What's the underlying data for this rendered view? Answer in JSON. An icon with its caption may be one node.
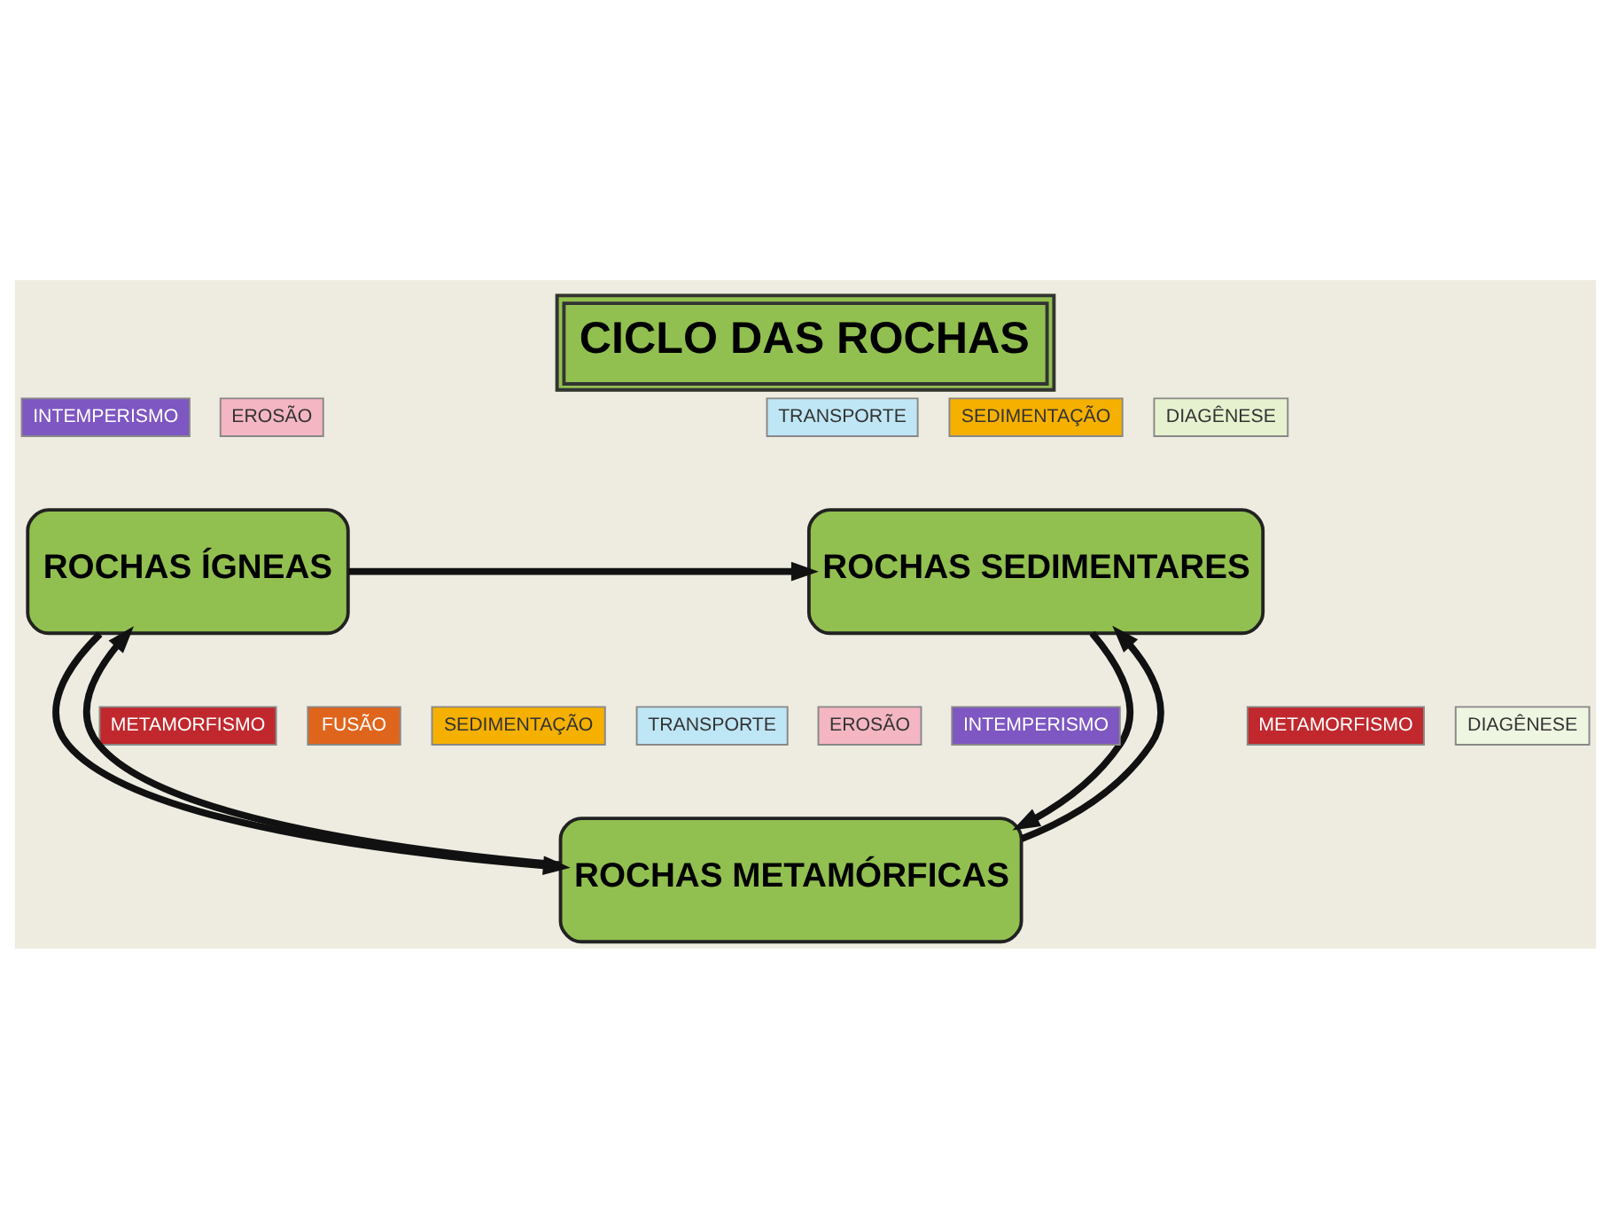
{
  "diagram": {
    "title": "CICLO DAS ROCHAS",
    "nodes": [
      {
        "text": [
          "ROCHAS ÍGNEAS"
        ]
      },
      {
        "text": [
          "ROCHAS SEDIMENTARES"
        ]
      },
      {
        "text": [
          "ROCHAS METAMÓRFICAS"
        ]
      },
      {
        "text": [
          "INTEMPERISMO"
        ]
      },
      {
        "text": [
          "EROSÃO"
        ]
      },
      {
        "text": [
          "TRANSPORTE"
        ]
      },
      {
        "text": [
          "SEDIMENTAÇÃO"
        ]
      },
      {
        "text": [
          "DIAGÊNESE"
        ]
      },
      {
        "text": [
          "METAMORFISMO"
        ]
      },
      {
        "text": [
          "FUSÃO"
        ]
      },
      {
        "text": [
          "METAMORFISMO"
        ]
      },
      {
        "text": [
          "DIAGÊNESE"
        ]
      },
      {
        "text": [
          "SEDIMENTAÇÃO"
        ]
      },
      {
        "text": [
          "TRANSPORTE"
        ]
      },
      {
        "text": [
          "EROSÃO"
        ]
      },
      {
        "text": [
          "INTEMPERISMO"
        ]
      }
    ],
    "edges": [
      {
        "from": 0,
        "to": 1,
        "arrow": "to"
      },
      {
        "from": 0,
        "to": 2,
        "arrow": "to"
      },
      {
        "from": 2,
        "to": 0,
        "arrow": "to"
      },
      {
        "from": 1,
        "to": 2,
        "arrow": "to"
      },
      {
        "from": 2,
        "to": 1,
        "arrow": "to"
      }
    ]
  }
}
